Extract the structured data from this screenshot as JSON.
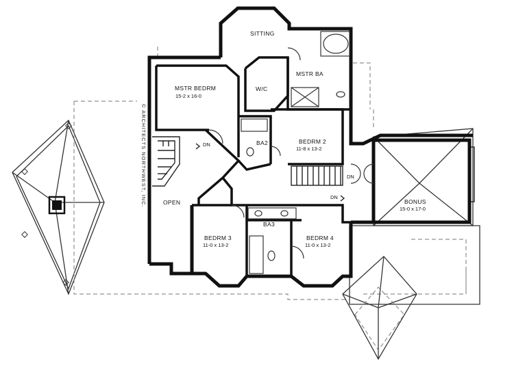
{
  "rooms": {
    "sitting": {
      "name": "SITTING"
    },
    "mstr_bedrm": {
      "name": "MSTR BEDRM",
      "size": "15-2 x 16-0"
    },
    "wic": {
      "name": "W/C"
    },
    "mstr_ba": {
      "name": "MSTR BA"
    },
    "bedrm2": {
      "name": "BEDRM 2",
      "size": "11-8 x 13-2"
    },
    "ba2": {
      "name": "BA2"
    },
    "open": {
      "name": "OPEN"
    },
    "bonus": {
      "name": "BONUS",
      "size": "15-0 x 17-0"
    },
    "bedrm3": {
      "name": "BEDRM 3",
      "size": "11-0 x 13-2"
    },
    "bedrm4": {
      "name": "BEDRM 4",
      "size": "11-0 x 13-2"
    },
    "ba3": {
      "name": "BA3"
    }
  },
  "stairs": {
    "dn_left": "DN",
    "dn_center": "DN",
    "dn_hall": "DN"
  },
  "credit": "© ARCHITECTS NORTHWEST, INC."
}
